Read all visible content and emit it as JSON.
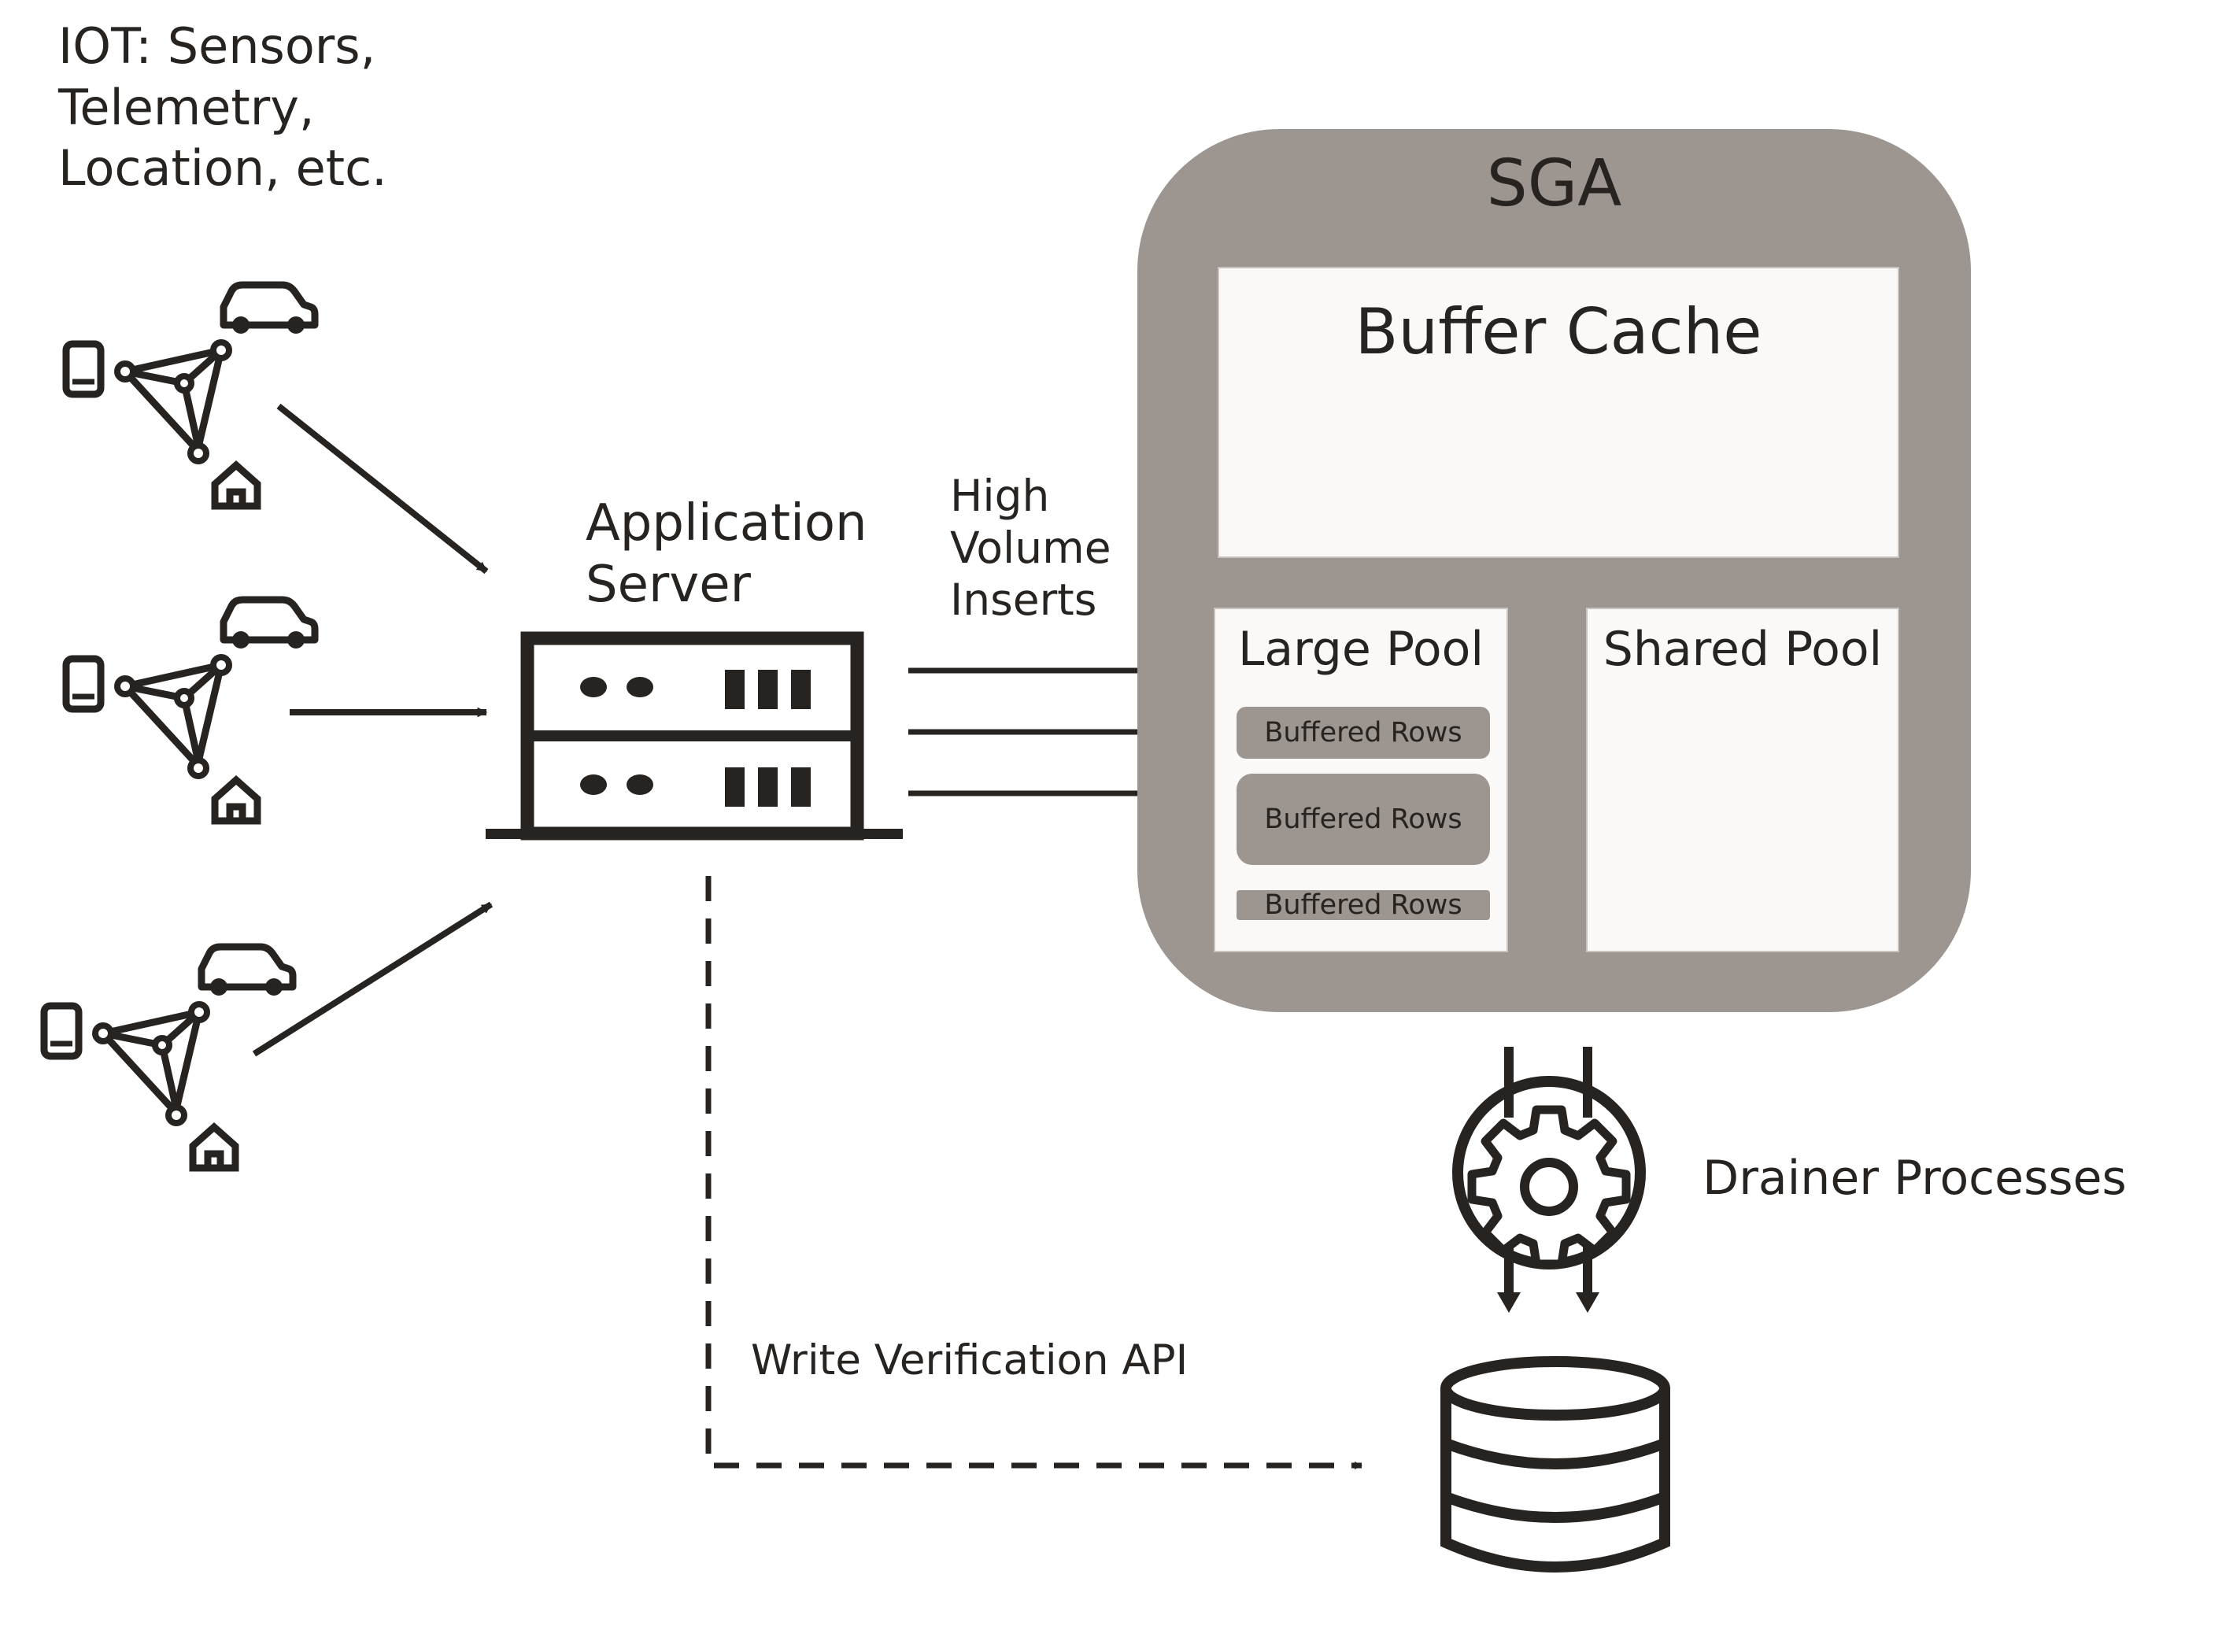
{
  "iot_label": [
    "IOT: Sensors,",
    "Telemetry,",
    "Location, etc."
  ],
  "app_server_label": [
    "Application",
    "Server"
  ],
  "inserts_label": [
    "High",
    "Volume",
    "Inserts"
  ],
  "sga_label": "SGA",
  "buffer_cache_label": "Buffer Cache",
  "large_pool_label": "Large Pool",
  "shared_pool_label": "Shared Pool",
  "buffered_rows": [
    "Buffered Rows",
    "Buffered Rows",
    "Buffered Rows"
  ],
  "drainer_label": "Drainer Processes",
  "write_verification_label": "Write Verification API",
  "icons": [
    "iot-device-network-icon",
    "iot-device-network-icon",
    "iot-device-network-icon",
    "application-server-icon",
    "gear-icon",
    "database-icon"
  ],
  "colors": {
    "sga_fill": "#9d958f",
    "panel_fill": "#faf9f7",
    "ink": "#262320",
    "background": "#ffffff"
  }
}
